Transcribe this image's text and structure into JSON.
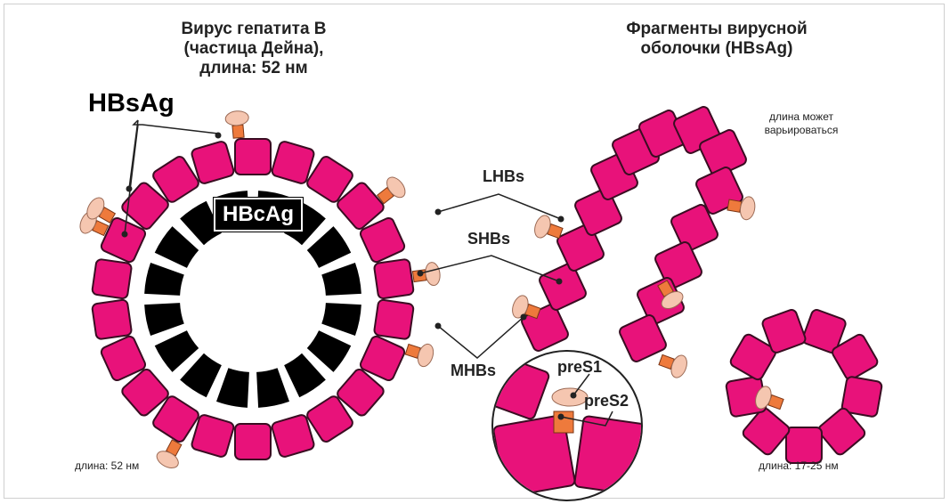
{
  "titles": {
    "left": "Вирус гепатита В\n(частица Дейна),\nдлина: 52 нм",
    "right": "Фрагменты вирусной\nоболочки (HBsAg)"
  },
  "labels": {
    "hbsag": "HBsAg",
    "hbcag": "HBcAg",
    "lhbs": "LHBs",
    "shbs": "SHBs",
    "mhbs": "MHBs",
    "pres1": "preS1",
    "pres2": "preS2"
  },
  "notes": {
    "left_length": "длина: 52 нм",
    "right_length": "длина: 17-25 нм",
    "variable": "длина может\nварьироваться"
  },
  "colors": {
    "envelope_protein": "#e8127a",
    "core_protein": "#000000",
    "pres2": "#ee7a3c",
    "pres1": "#f5c6b0",
    "hbsag_text": "#c8157e"
  }
}
